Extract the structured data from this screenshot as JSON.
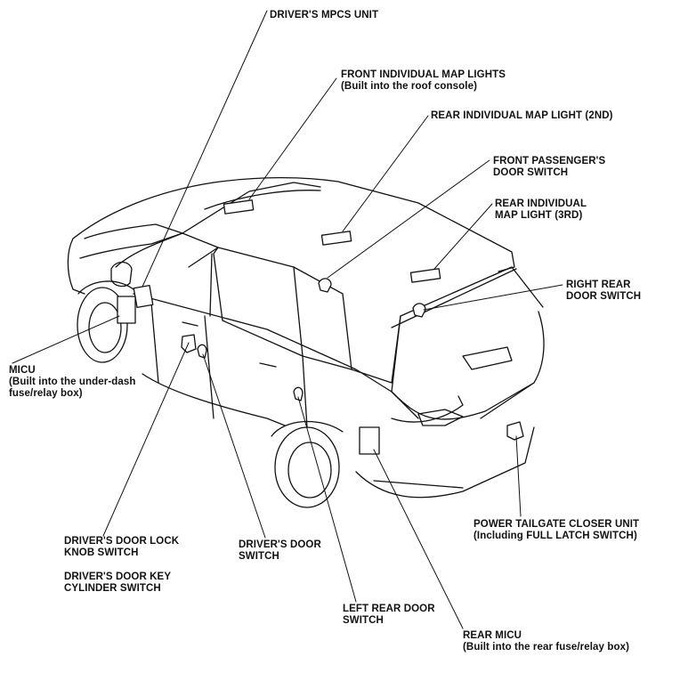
{
  "labels": {
    "mpcs": "DRIVER'S MPCS UNIT",
    "front_map_1": "FRONT INDIVIDUAL MAP LIGHTS",
    "front_map_2": "(Built into the roof console)",
    "rear_map_2nd": "REAR INDIVIDUAL MAP LIGHT (2ND)",
    "front_pass_1": "FRONT PASSENGER'S",
    "front_pass_2": "DOOR SWITCH",
    "rear_map_3rd_1": "REAR INDIVIDUAL",
    "rear_map_3rd_2": "MAP LIGHT (3RD)",
    "right_rear_1": "RIGHT REAR",
    "right_rear_2": "DOOR SWITCH",
    "micu_1": "MICU",
    "micu_2": "(Built into the under-dash",
    "micu_3": "fuse/relay box)",
    "tailgate_1": "POWER TAILGATE CLOSER UNIT",
    "tailgate_2": "(Including FULL LATCH SWITCH)",
    "lock_knob_1": "DRIVER'S DOOR LOCK",
    "lock_knob_2": "KNOB SWITCH",
    "key_cyl_1": "DRIVER'S DOOR KEY",
    "key_cyl_2": "CYLINDER SWITCH",
    "drv_door_1": "DRIVER'S DOOR",
    "drv_door_2": "SWITCH",
    "left_rear_1": "LEFT REAR DOOR",
    "left_rear_2": "SWITCH",
    "rear_micu_1": "REAR MICU",
    "rear_micu_2": "(Built into the rear fuse/relay box)"
  }
}
